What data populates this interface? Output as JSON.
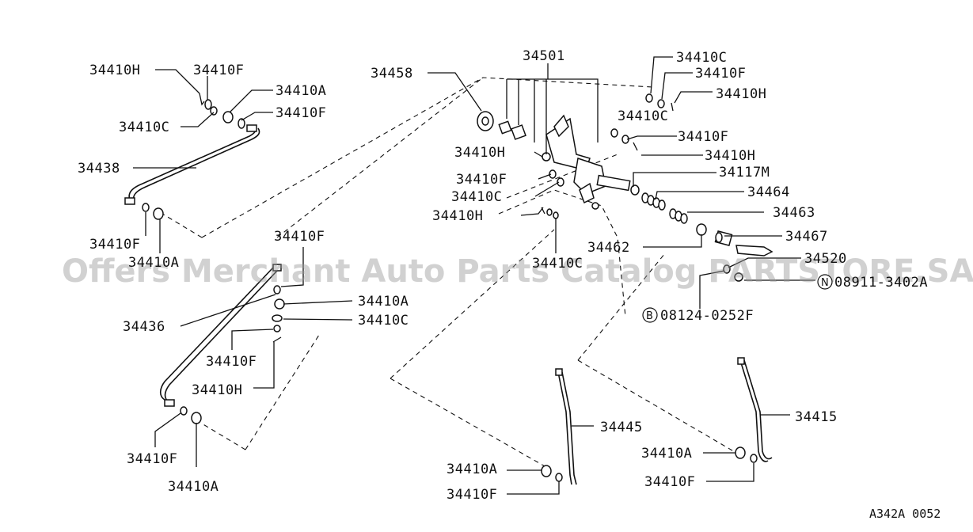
{
  "labels": {
    "p34410H_a": "34410H",
    "p34410F_a": "34410F",
    "p34410A_a": "34410A",
    "p34410C_a": "34410C",
    "p34410F_b": "34410F",
    "p34438": "34438",
    "p34410F_c": "34410F",
    "p34410A_b": "34410A",
    "p34458": "34458",
    "p34501": "34501",
    "p34410C_b": "34410C",
    "p34410F_d": "34410F",
    "p34410H_b": "34410H",
    "p34410C_c": "34410C",
    "p34410F_e": "34410F",
    "p34410H_c": "34410H",
    "p34410H_d": "34410H",
    "p34117M": "34117M",
    "p34410F_f": "34410F",
    "p34464": "34464",
    "p34410C_d": "34410C",
    "p34463": "34463",
    "p34410H_e": "34410H",
    "p34467": "34467",
    "p34462": "34462",
    "p34410C_e": "34410C",
    "p34520": "34520",
    "p08911": "08911-3402A",
    "p08124": "08124-0252F",
    "p34410F_g": "34410F",
    "p34410A_c": "34410A",
    "p34436": "34436",
    "p34410C_f": "34410C",
    "p34410F_h": "34410F",
    "p34410H_f": "34410H",
    "p34410F_i": "34410F",
    "p34410A_d": "34410A",
    "p34445": "34445",
    "p34410A_e": "34410A",
    "p34410F_j": "34410F",
    "p34415": "34415",
    "p34410A_f": "34410A",
    "p34410F_k": "34410F"
  },
  "circled": {
    "n_letter": "N",
    "b_letter": "B"
  },
  "watermark": "Offers Merchant Auto Parts Catalog PARTSTORE.SA",
  "diagram_code": "A342A 0052"
}
